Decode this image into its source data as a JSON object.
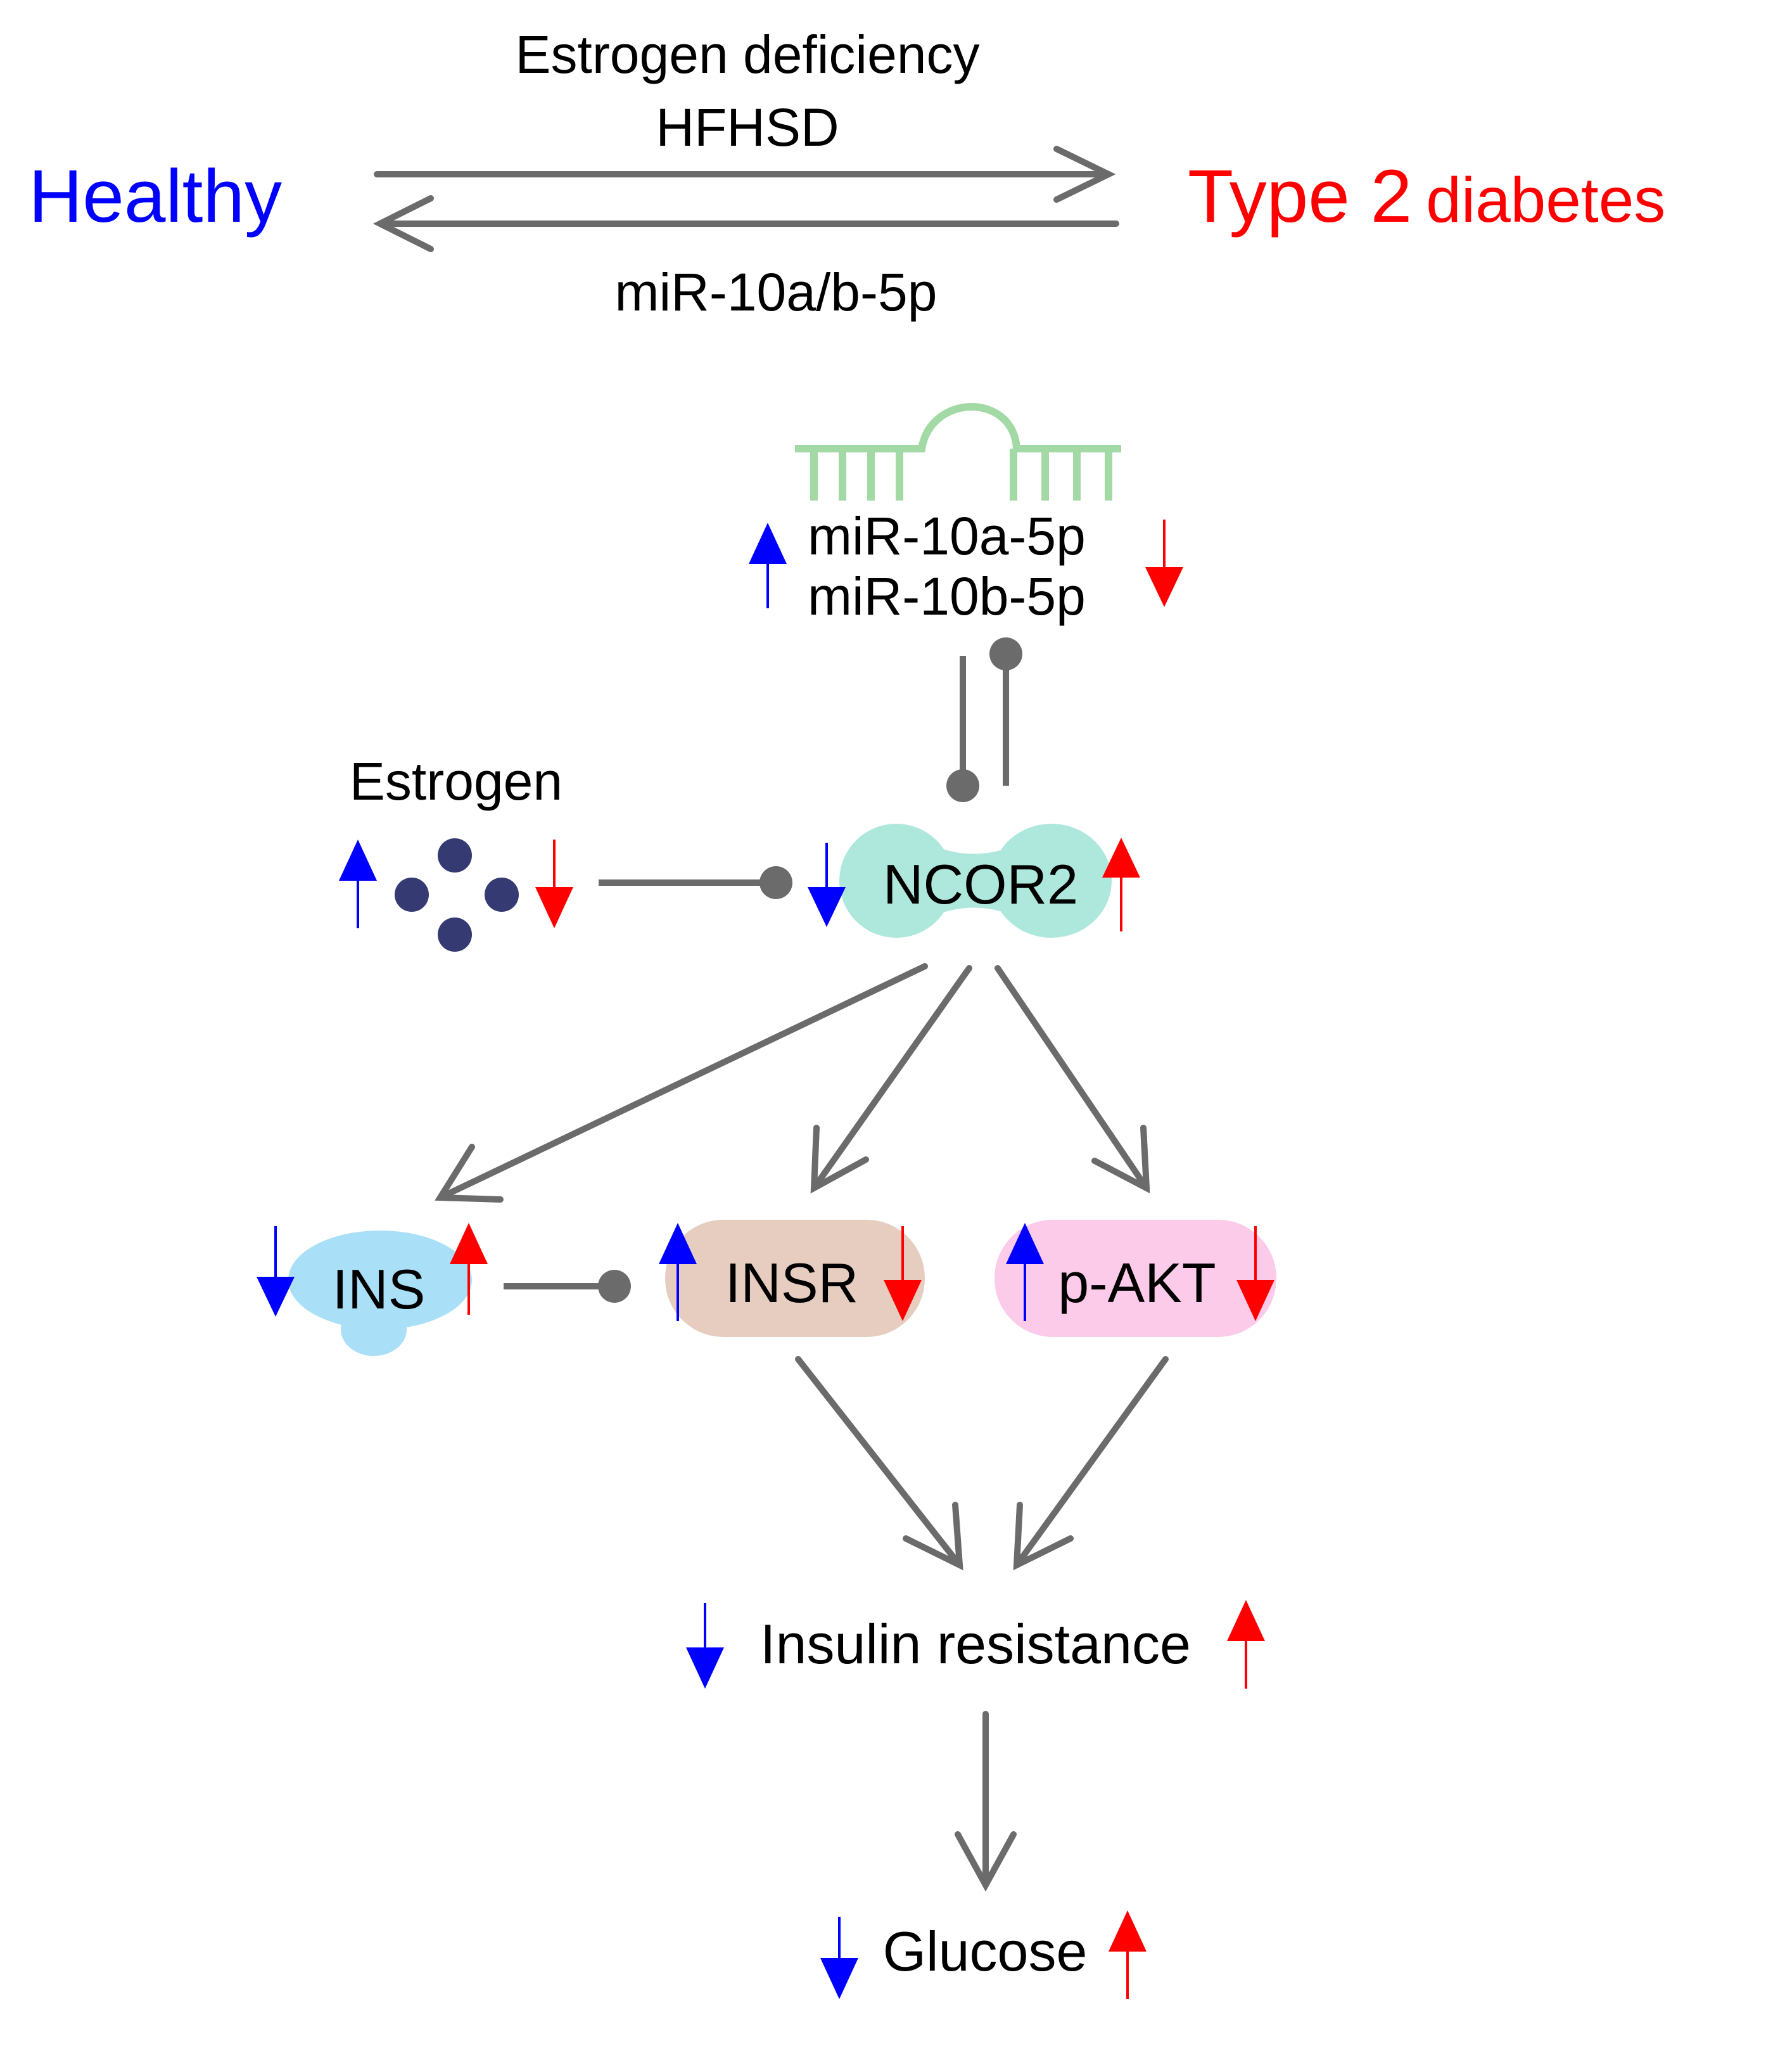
{
  "header": {
    "healthy_label": "Healthy",
    "t2d_type_label": "Type 2",
    "t2d_disease_label": "diabetes",
    "forward_cause_line1": "Estrogen deficiency",
    "forward_cause_line2": "HFHSD",
    "reverse_cause": "miR-10a/b-5p"
  },
  "nodes": {
    "mirna_line1": "miR-10a-5p",
    "mirna_line2": "miR-10b-5p",
    "estrogen": "Estrogen",
    "ncor2": "NCOR2",
    "ins": "INS",
    "insr": "INSR",
    "pakt": "p-AKT",
    "insulin_resistance": "Insulin resistance",
    "glucose": "Glucose"
  },
  "colors": {
    "healthy": "#0000ff",
    "disease": "#ff0000",
    "connector": "#6b6b6b",
    "mirna_structure": "#a3d9a5",
    "estrogen_dots": "#363a72",
    "ncor2_fill": "#aee8dc",
    "ins_fill": "#a9dff7",
    "insr_fill": "#e6cdbf",
    "pakt_fill": "#fbcbe9"
  },
  "icons": [
    "mirna-hairpin-icon",
    "estrogen-molecule-icon",
    "up-arrow-icon",
    "down-arrow-icon",
    "inhibition-bar-icon",
    "activation-arrow-icon"
  ]
}
